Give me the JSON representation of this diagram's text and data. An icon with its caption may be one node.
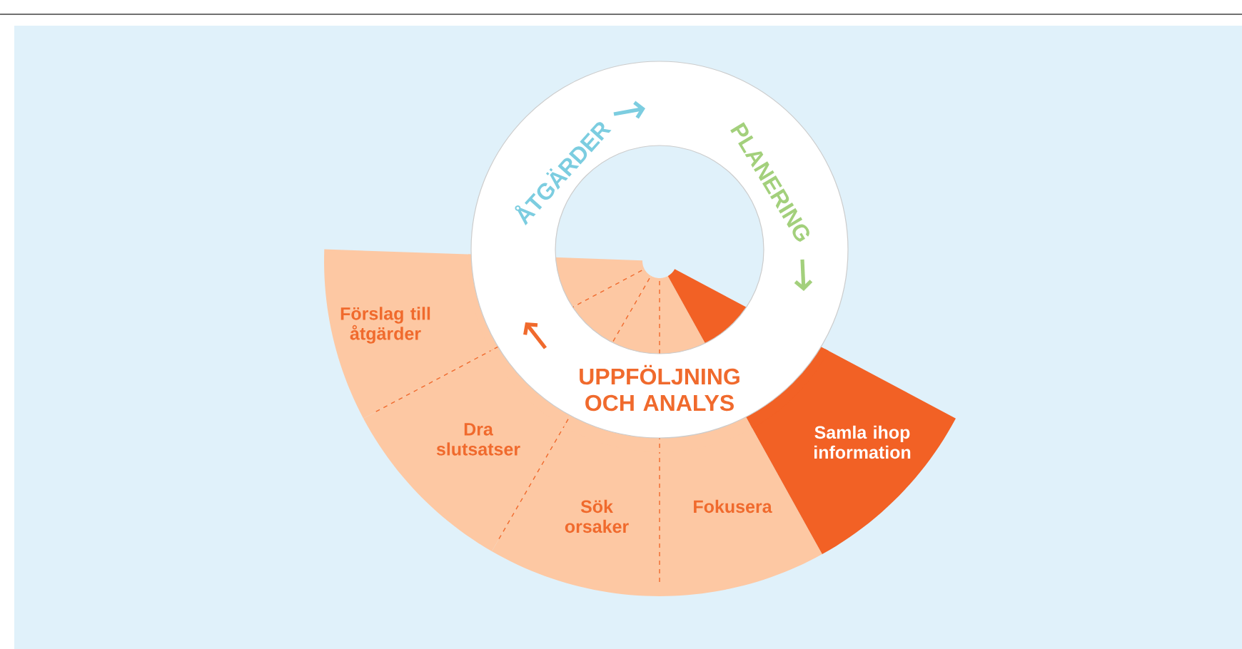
{
  "diagram": {
    "nodes": [
      {
        "text": [
          "ÅTGÄRDER",
          "PLANERING",
          "UPPFÖLJNING OCH ANALYS"
        ]
      },
      {
        "text": [
          "Förslag till åtgärder"
        ]
      },
      {
        "text": [
          "Dra slutsatser"
        ]
      },
      {
        "text": [
          "Sök orsaker"
        ]
      },
      {
        "text": [
          "Fokusera"
        ]
      },
      {
        "text": [
          "Samla ihop information"
        ]
      }
    ]
  }
}
